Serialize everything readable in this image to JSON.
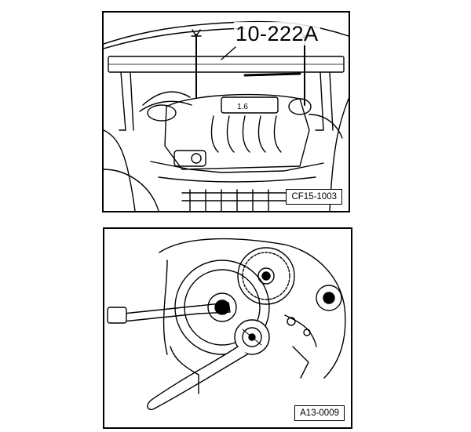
{
  "figures": [
    {
      "callout": "10-222A",
      "reference": "CF15-1003"
    },
    {
      "reference": "A13-0009"
    }
  ],
  "colors": {
    "ink": "#000000",
    "paper": "#ffffff"
  }
}
